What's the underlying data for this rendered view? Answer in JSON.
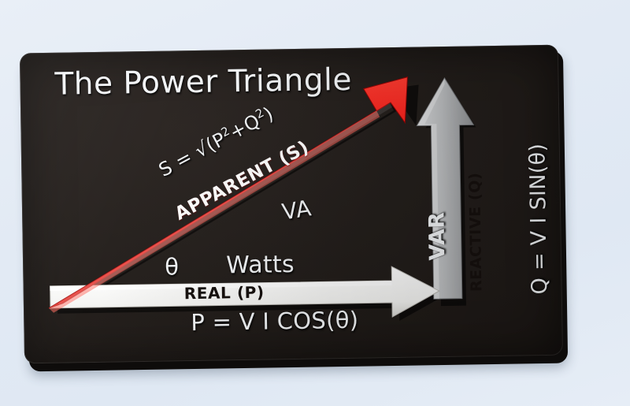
{
  "scene": {
    "kind": "photograph-of-physical-sign",
    "background_color": "#e4ecf5",
    "board_color": "#241f1c",
    "board_edge_color": "#0e0c0b"
  },
  "board": {
    "title": "The Power Triangle",
    "labels": {
      "apparent_formula": "S = √(P²+Q²)",
      "apparent_formula_pre": "S = √(P",
      "apparent_formula_sup1": "2",
      "apparent_formula_mid": "+Q",
      "apparent_formula_sup2": "2",
      "apparent_formula_post": ")",
      "apparent_unit": "VA",
      "apparent_on_arrow": "APPARENT (S)",
      "angle_symbol": "θ",
      "real_unit": "Watts",
      "real_on_arrow": "REAL (P)",
      "real_formula": "P = V I COS(θ)",
      "reactive_unit": "VAR",
      "reactive_on_arrow": "REACTIVE (Q)",
      "reactive_formula": "Q = V I SIN(θ)"
    }
  },
  "arrows": [
    {
      "name": "apparent-power-arrow",
      "quantity": "Apparent Power (S)",
      "symbol": "S",
      "unit": "VA",
      "formula": "S = √(P²+Q²)",
      "color": "#f60d0d",
      "direction": "up-right (hypotenuse)",
      "angle_deg": -27
    },
    {
      "name": "real-power-arrow",
      "quantity": "Real Power (P)",
      "symbol": "P",
      "unit": "Watts",
      "formula": "P = V I COS(θ)",
      "color": "#ffffff",
      "direction": "right (adjacent / horizontal)",
      "angle_deg": 0
    },
    {
      "name": "reactive-power-arrow",
      "quantity": "Reactive Power (Q)",
      "symbol": "Q",
      "unit": "VAR",
      "formula": "Q = V I SIN(θ)",
      "color": "#b9bbbd",
      "direction": "up (opposite / vertical)",
      "angle_deg": -90
    }
  ],
  "chart_data": {
    "type": "diagram",
    "title": "The Power Triangle",
    "vectors": [
      {
        "label": "REAL (P)",
        "unit": "Watts",
        "formula": "P = V I COS(θ)",
        "color": "#ffffff"
      },
      {
        "label": "REACTIVE (Q)",
        "unit": "VAR",
        "formula": "Q = V I SIN(θ)",
        "color": "#b9bbbd"
      },
      {
        "label": "APPARENT (S)",
        "unit": "VA",
        "formula": "S = √(P²+Q²)",
        "color": "#f60d0d"
      }
    ],
    "angle": "θ"
  }
}
